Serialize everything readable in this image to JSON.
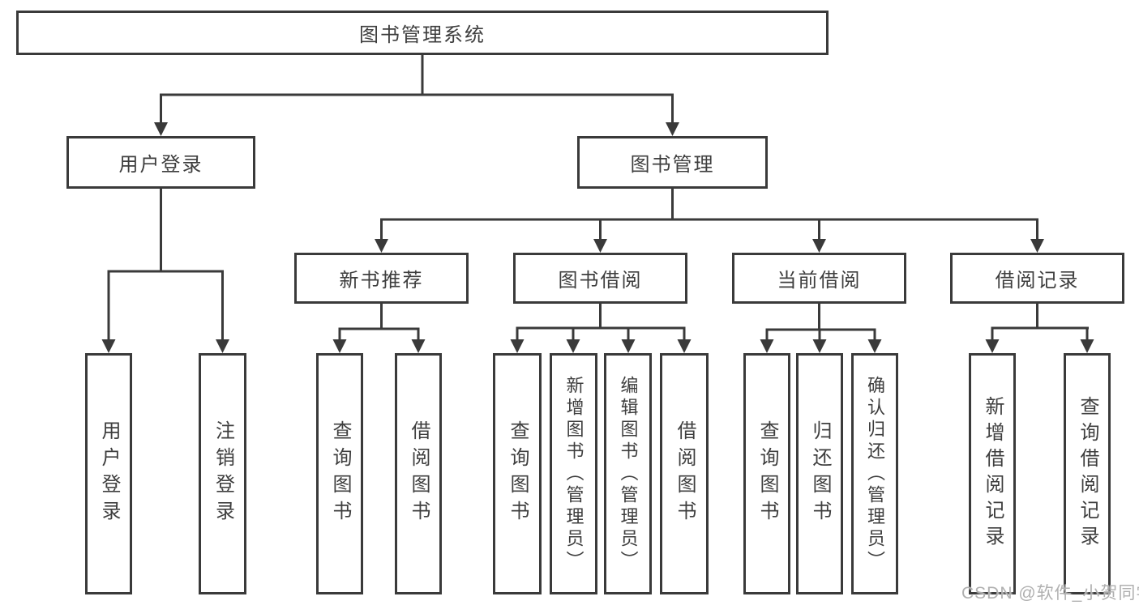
{
  "diagram": {
    "root": "图书管理系统",
    "user_login_branch": {
      "label": "用户登录",
      "leaves": [
        "用户登录",
        "注销登录"
      ]
    },
    "book_mgmt_branch": {
      "label": "图书管理",
      "sections": [
        {
          "label": "新书推荐",
          "leaves": [
            "查询图书",
            "借阅图书"
          ]
        },
        {
          "label": "图书借阅",
          "leaves": [
            "查询图书",
            "新增图书（管理员）",
            "编辑图书（管理员）",
            "借阅图书"
          ]
        },
        {
          "label": "当前借阅",
          "leaves": [
            "查询图书",
            "归还图书",
            "确认归还（管理员）"
          ]
        },
        {
          "label": "借阅记录",
          "leaves": [
            "新增借阅记录",
            "查询借阅记录"
          ]
        }
      ]
    }
  },
  "watermark": {
    "text": "CSDN @软件_小贺同学",
    "color": "#b0b0b0"
  },
  "colors": {
    "line": "#3a3a3a",
    "text": "#3e3e3e",
    "background": "#ffffff"
  }
}
